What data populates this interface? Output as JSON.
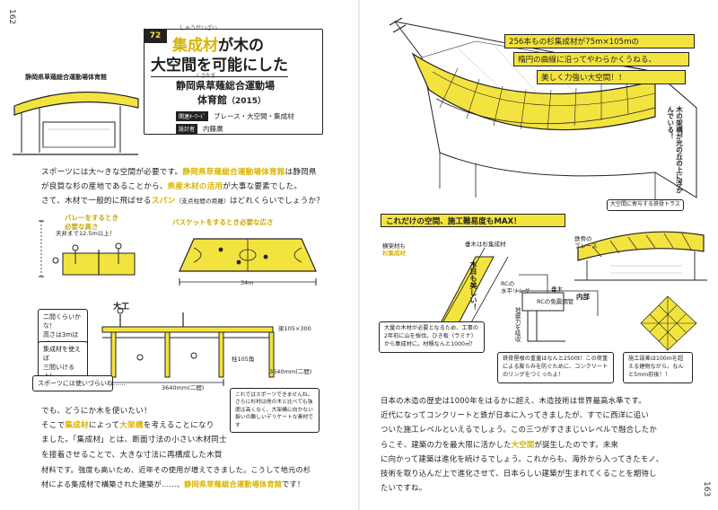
{
  "page_numbers": {
    "left": "162",
    "right": "163"
  },
  "title_block": {
    "number": "72",
    "title_line1_em": "集成材",
    "title_line1_rest": "が木の",
    "title_line2": "大空間を可能にした",
    "subtitle_line1": "静岡県草薙総合運動場",
    "subtitle_line2": "体育館",
    "year": "（2015）",
    "furigana_shuuseizai": "しゅうせいざい",
    "furigana_kusanagi": "くさなぎ",
    "meta": [
      {
        "tag": "関連ｷｰﾜｰﾄﾞ",
        "value": "ブレース・大空間・集成材"
      },
      {
        "tag": "設計者",
        "value": "内藤廣"
      }
    ]
  },
  "left_illustration": {
    "building_label": "静岡県草薙総合運動場体育館"
  },
  "intro_paragraph": {
    "line1_a": "スポーツには大〜きな空間が必要です。",
    "line1_b": "静岡県草薙総合運動場体育館",
    "line1_c": "は静岡県",
    "line2_a": "が良質な杉の産地であることから、",
    "line2_b": "県産木材の活用",
    "line2_c": "が大事な要素でした。",
    "line3_a": "さて、木材で一般的に飛ばせる",
    "line3_b": "スパン",
    "line3_c": "（支点柱間の距離）",
    "line3_d": "はどれくらいでしょうか？"
  },
  "diagram_labels": {
    "volleyball": "バレーをするとき\n必要な高さ",
    "ceiling": "天井まで12.5m以上！",
    "basketball": "バスケットをするとき必要な広さ",
    "span_34m": "34m",
    "daiku": "大工",
    "beam": "梁105×300",
    "column": "柱105角",
    "span_3640a": "3640mm(二間)",
    "span_3640b": "3640mm(二間)",
    "q_two_ken": "二間くらいかな！\n高さは3mほど",
    "q_glulam": "集成材を使えば\n三間いけるよ！",
    "q_sports": "スポーツには使いづらいね……",
    "sports_note": "これではスポーツできませんね。さらに杉材は他の木と比べても強度は高くなく、大架構に向かない扱いの難しいデリケートな素材です"
  },
  "para2": {
    "l1": "でも、どうにか木を使いたい！",
    "l2_a": "そこで",
    "l2_b": "集成材",
    "l2_c": "によって",
    "l2_d": "大架構",
    "l2_e": "を考えることになり",
    "l3": "ました。「集成材」とは、断面寸法の小さい木材同士",
    "l4": "を接着させることで、大きな寸法に再構成した木質",
    "l5": "材料です。強度も高いため、近年その使用が増えてきました。こうして地元の杉",
    "l6_a": "材による集成材で構築された建築が……、",
    "l6_b": "静岡県草薙総合運動場体育館",
    "l6_c": "です！"
  },
  "right_top_box": {
    "l1": "256本もの杉集成材が75m×105mの",
    "l2": "楕円の曲線に沿ってやわらかくうねる、",
    "l3": "美しく力強い大空間！！"
  },
  "right_callouts": {
    "floating": "木の架構が光の丘の上に浮かんでいる！",
    "truss": "大空間に寄与する鉄骨トラス",
    "brace": "鉄骨の\nブレース",
    "max": "これだけの空間、施工難易度もMAX！",
    "frame_glulam_1": "横架材も",
    "frame_glulam_2": "杉集成材",
    "vertical_glulam": "垂木は杉集成材",
    "beautiful": "木目も美しい！",
    "rc_ring": "RCの\n水平リング",
    "taruki": "垂木",
    "inside": "内部",
    "rc_wall": "RCの免震鋼管",
    "ground_absorb": "地震力を吸収",
    "box_lumber": "大量の木材が必要となるため、工事の2年前に山を採伐。ひき板（ラミナ）から集成材に。材積なんと1000㎥！",
    "box_steel": "鉄骨屋根の重量はなんと2500t！この荷重による膨らみを防ぐために、コンクリートのリングをつくったよ！",
    "box_error": "施工誤差は100mを超える建物ながら、なんと5mm前後！！"
  },
  "right_paragraph": {
    "l1": "日本の木造の歴史は1000年をはるかに超え、木造技術は世界最高水準です。",
    "l2": "近代になってコンクリートと鉄が日本に入ってきましたが、すでに西洋に追い",
    "l3": "ついた施工レベルといえるでしょう。この三つがすさまじいレベルで融合したか",
    "l4_a": "らこそ、建築の力を最大限に活かした",
    "l4_b": "大空間",
    "l4_c": "が誕生したのです。未来",
    "l5": "に向かって建築は進化を続けるでしょう。これからも、海外から入ってきたモノ、",
    "l6": "技術を取り込んだ上で進化させて、日本らしい建築が生まれてくることを期待し",
    "l7": "たいですね。"
  },
  "colors": {
    "accent": "#f3e33f",
    "accent_text": "#d8b400",
    "ink": "#1e1e1e"
  }
}
